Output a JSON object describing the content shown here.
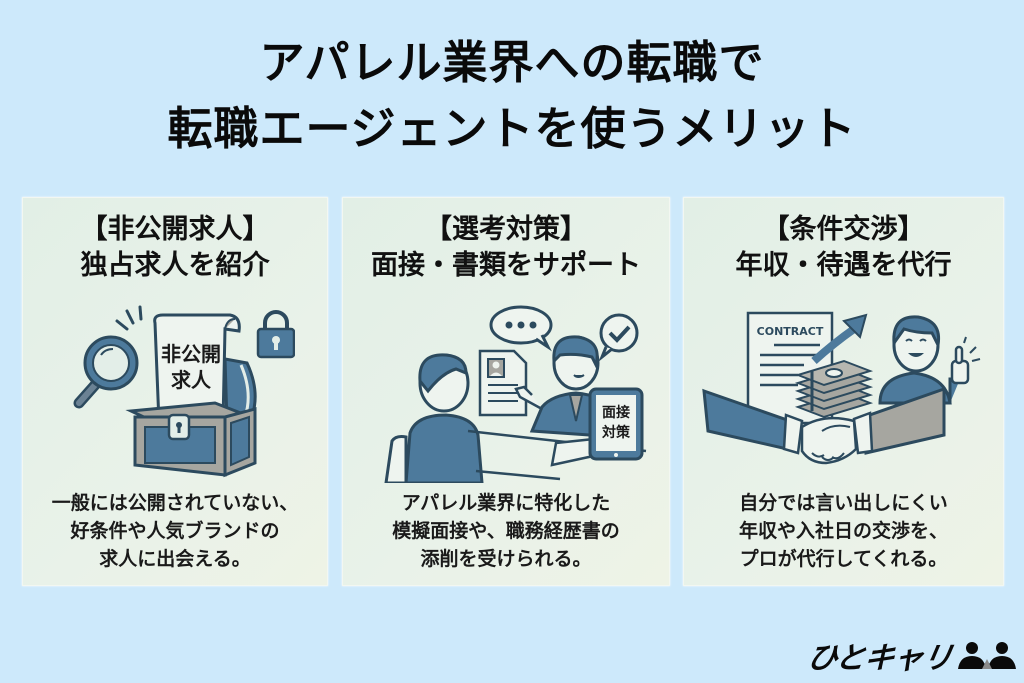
{
  "title": {
    "line1": "アパレル業界への転職で",
    "line2": "転職エージェントを使うメリット"
  },
  "cards": [
    {
      "heading1": "【非公開求人】",
      "heading2": "独占求人を紹介",
      "illustration": {
        "scroll_text_line1": "非公開",
        "scroll_text_line2": "求人",
        "icons": [
          "magnifier-icon",
          "treasure-chest-icon",
          "padlock-icon",
          "scroll-icon"
        ]
      },
      "body": [
        "一般には公開されていない、",
        "好条件や人気ブランドの",
        "求人に出会える。"
      ]
    },
    {
      "heading1": "【選考対策】",
      "heading2": "面接・書類をサポート",
      "illustration": {
        "tablet_text_line1": "面接",
        "tablet_text_line2": "対策",
        "icons": [
          "speech-bubble-dots-icon",
          "speech-bubble-check-icon",
          "resume-document-icon",
          "tablet-icon"
        ]
      },
      "body": [
        "アパレル業界に特化した",
        "模擬面接や、職務経歴書の",
        "添削を受けられる。"
      ]
    },
    {
      "heading1": "【条件交渉】",
      "heading2": "年収・待遇を代行",
      "illustration": {
        "contract_label": "CONTRACT",
        "icons": [
          "contract-document-icon",
          "money-stack-icon",
          "up-arrow-icon",
          "handshake-icon",
          "thumbs-up-person-icon"
        ]
      },
      "body": [
        "自分では言い出しにくい",
        "年収や入社日の交渉を、",
        "プロが代行してくれる。"
      ]
    }
  ],
  "logo": {
    "text": "ひとキャリ"
  },
  "colors": {
    "background": "#cde9fb",
    "card": "#e6f0e8",
    "illustration_blue": "#4d7a9c",
    "illustration_dark": "#2c4a5e",
    "illustration_gray": "#a6a6a0",
    "text": "#111111"
  }
}
